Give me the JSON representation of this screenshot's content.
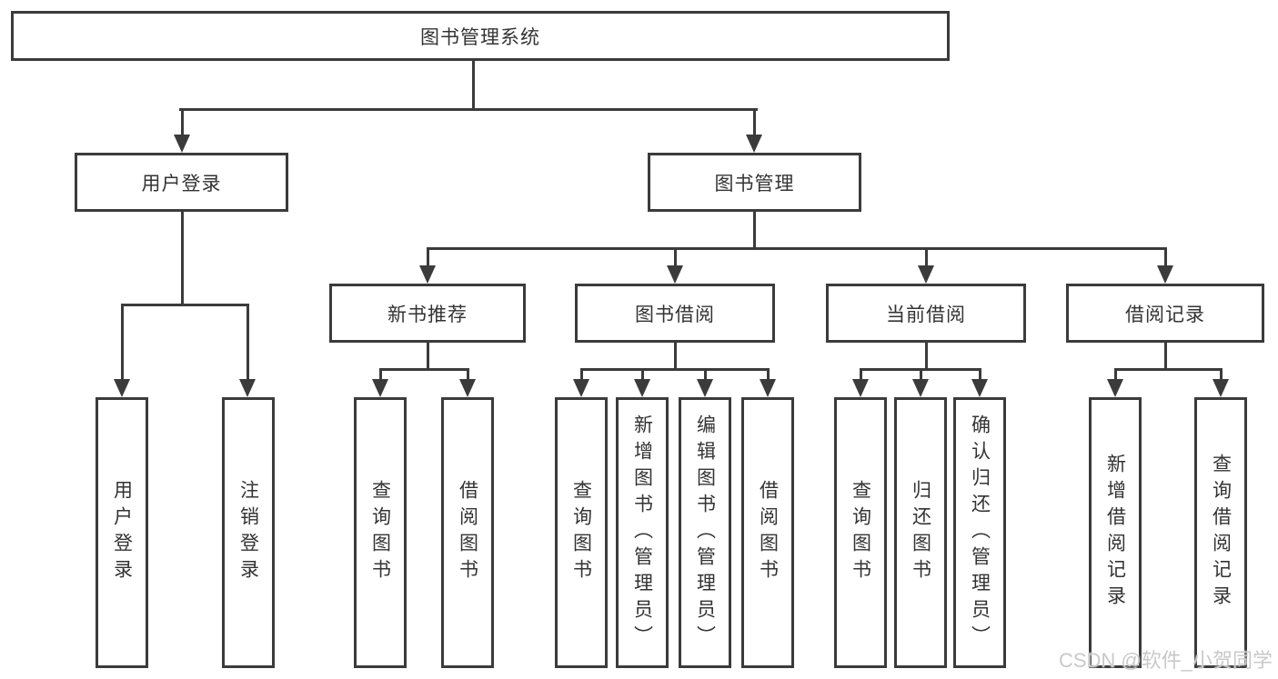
{
  "colors": {
    "line": "#3b3b3b",
    "text": "#333333",
    "watermark": "#c9c9c9"
  },
  "watermark": "CSDN @软件_小贺同学",
  "tree": {
    "root": {
      "label": "图书管理系统"
    },
    "branches": [
      {
        "label": "用户登录",
        "children": [
          {
            "label": "用户登录"
          },
          {
            "label": "注销登录"
          }
        ]
      },
      {
        "label": "图书管理",
        "groups": [
          {
            "label": "新书推荐",
            "children": [
              {
                "label": "查询图书"
              },
              {
                "label": "借阅图书"
              }
            ]
          },
          {
            "label": "图书借阅",
            "children": [
              {
                "label": "查询图书"
              },
              {
                "label": "新增图书（管理员）"
              },
              {
                "label": "编辑图书（管理员）"
              },
              {
                "label": "借阅图书"
              }
            ]
          },
          {
            "label": "当前借阅",
            "children": [
              {
                "label": "查询图书"
              },
              {
                "label": "归还图书"
              },
              {
                "label": "确认归还（管理员）"
              }
            ]
          },
          {
            "label": "借阅记录",
            "children": [
              {
                "label": "新增借阅记录"
              },
              {
                "label": "查询借阅记录"
              }
            ]
          }
        ]
      }
    ]
  }
}
